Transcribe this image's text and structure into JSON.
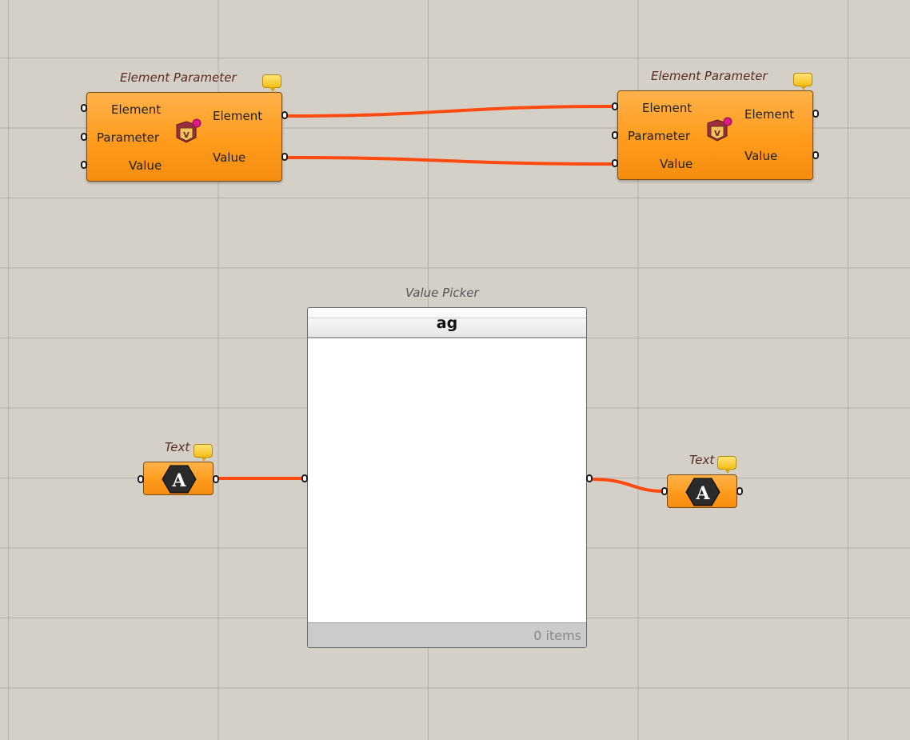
{
  "canvas": {
    "background": "#d4d0c8",
    "wire_color": "#ff4b10"
  },
  "components": {
    "element_param_left": {
      "title": "Element Parameter",
      "inputs": [
        "Element",
        "Parameter",
        "Value"
      ],
      "outputs": [
        "Element",
        "Value"
      ],
      "icon": "revit-family-icon"
    },
    "element_param_right": {
      "title": "Element Parameter",
      "inputs": [
        "Element",
        "Parameter",
        "Value"
      ],
      "outputs": [
        "Element",
        "Value"
      ],
      "icon": "revit-family-icon"
    },
    "value_picker": {
      "title": "Value Picker",
      "header": "ag",
      "footer": "0 items"
    },
    "text_left": {
      "title": "Text",
      "icon": "text-A-icon",
      "glyph": "A"
    },
    "text_right": {
      "title": "Text",
      "icon": "text-A-icon",
      "glyph": "A"
    }
  }
}
